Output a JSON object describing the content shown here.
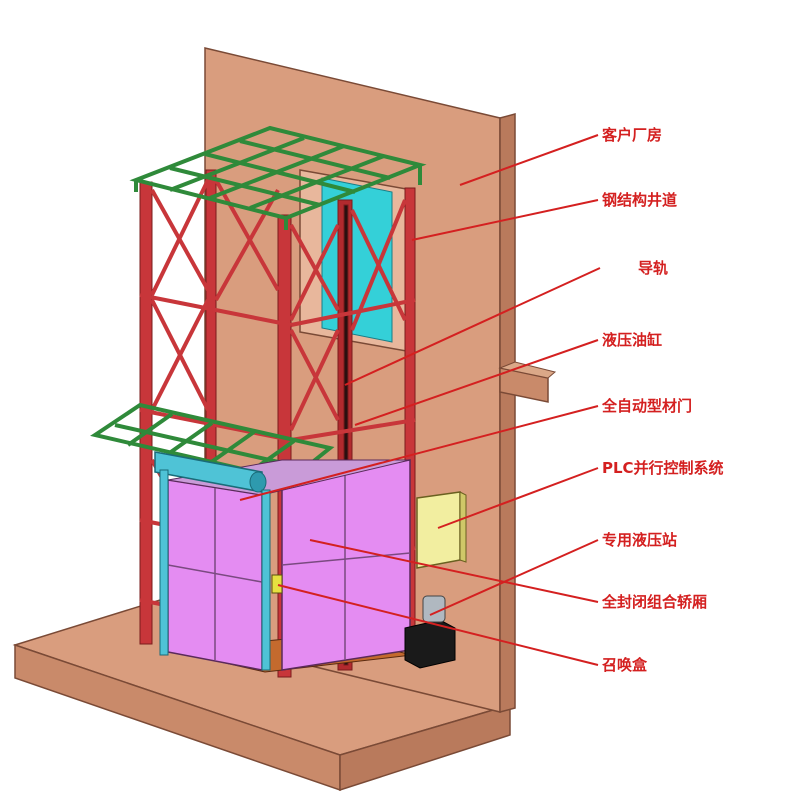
{
  "colors": {
    "wall": "#d99d7e",
    "wall_edge": "#7a4a36",
    "steel": "#c8363a",
    "frame_green": "#2f8a3a",
    "glass": "#34d0d8",
    "cabin": "#e48cf2",
    "cabin_floor": "#c46a2e",
    "roller": "#4fc3d6",
    "panel": "#f2eea0",
    "station": "#1a1a1a",
    "callout": "#d42020"
  },
  "callouts": [
    {
      "id": "customer-building",
      "text": "客户厂房"
    },
    {
      "id": "steel-shaft",
      "text": "钢结构井道"
    },
    {
      "id": "guide-rail",
      "text": "导轨"
    },
    {
      "id": "hydraulic-cylinder",
      "text": "液压油缸"
    },
    {
      "id": "auto-door",
      "text": "全自动型材门"
    },
    {
      "id": "plc-control",
      "text": "PLC并行控制系统"
    },
    {
      "id": "hydraulic-station",
      "text": "专用液压站"
    },
    {
      "id": "enclosed-cabin",
      "text": "全封闭组合轿厢"
    },
    {
      "id": "call-box",
      "text": "召唤盒"
    }
  ]
}
